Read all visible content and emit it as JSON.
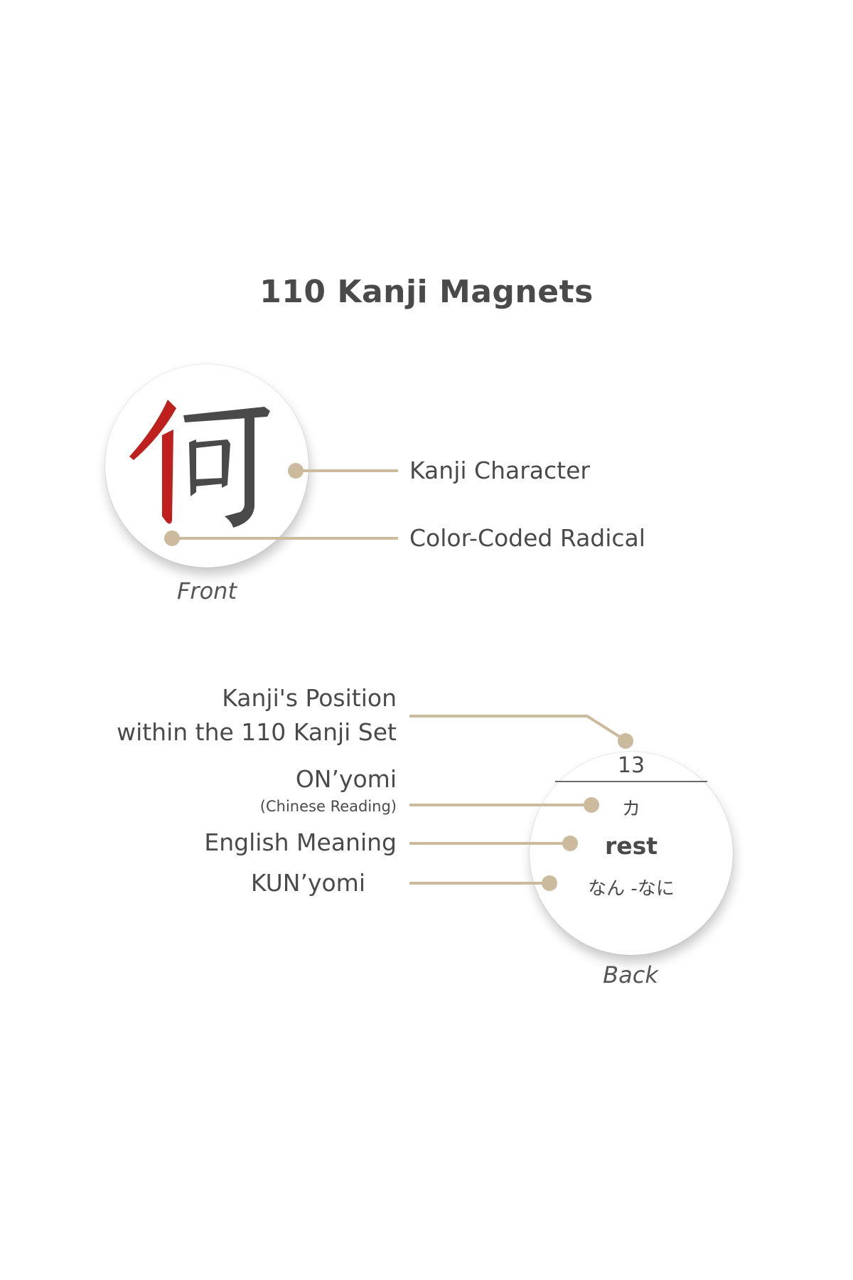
{
  "title": "110 Kanji Magnets",
  "front": {
    "caption": "Front",
    "kanji": "何",
    "labels": {
      "kanji_character": "Kanji Character",
      "radical": "Color-Coded Radical"
    },
    "colors": {
      "radical": "#c0201d",
      "character": "#4a4a4a"
    }
  },
  "back": {
    "caption": "Back",
    "position_number": "13",
    "onyomi": "カ",
    "meaning": "rest",
    "kunyomi": "なん -なに",
    "labels": {
      "position_line1": "Kanji's Position",
      "position_line2": "within the 110 Kanji Set",
      "onyomi": "ON’yomi",
      "onyomi_sub": "(Chinese Reading)",
      "meaning": "English Meaning",
      "kunyomi": "KUN’yomi"
    }
  },
  "colors": {
    "leader": "#cbbb9c",
    "text": "#4a4a4a"
  }
}
